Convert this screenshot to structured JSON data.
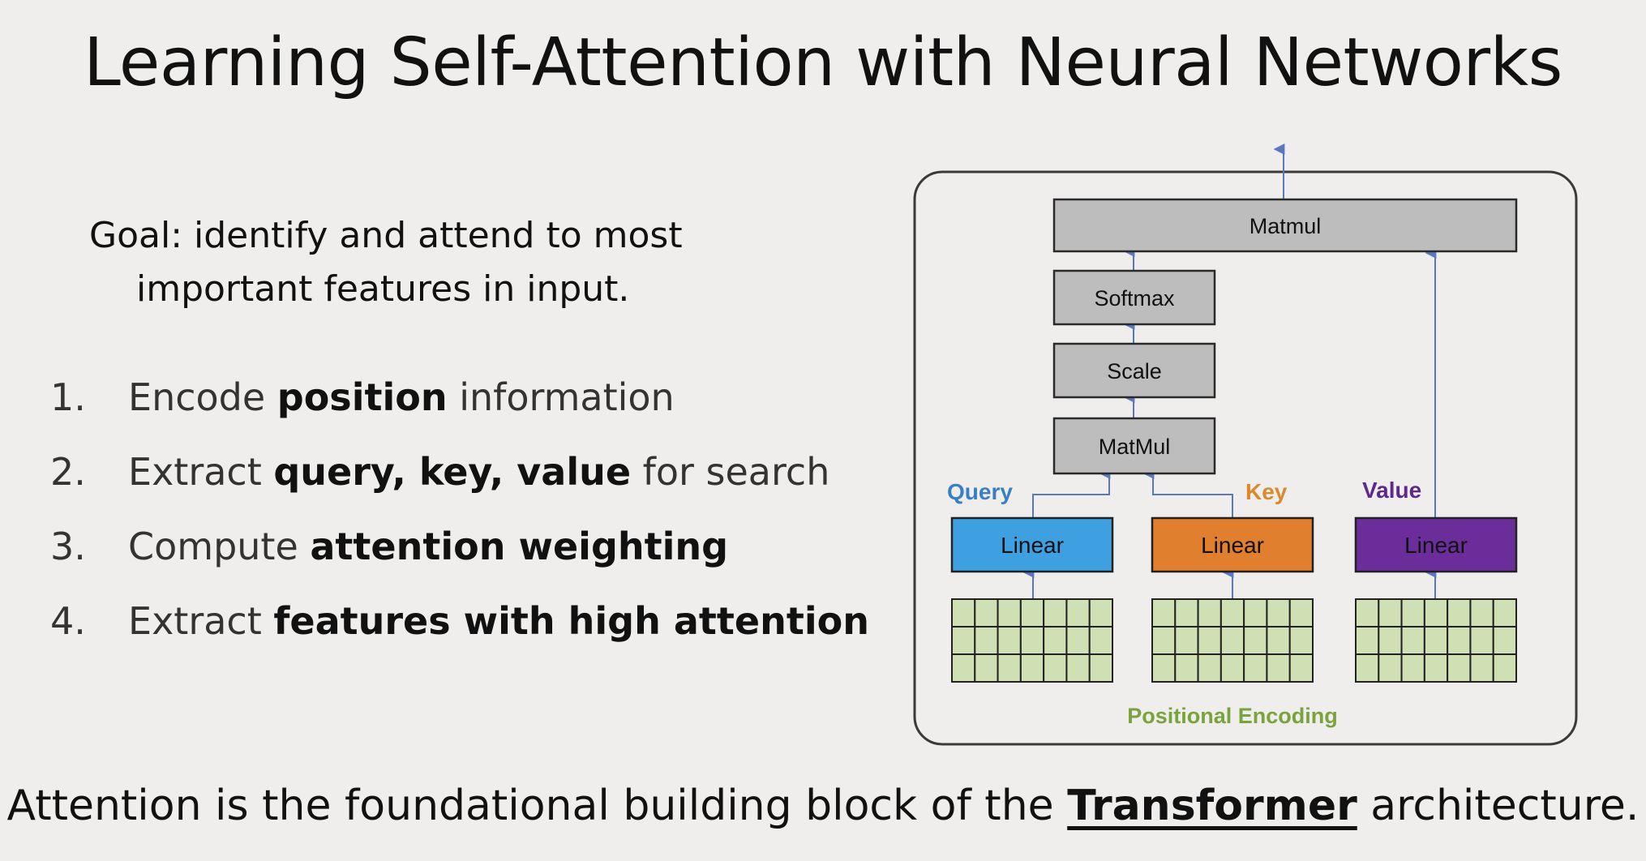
{
  "slide": {
    "title": "Learning Self-Attention with Neural Networks",
    "goal": {
      "line1": "Goal: identify and attend to most",
      "line2": "important features in input."
    },
    "steps": [
      {
        "num": "1.",
        "pre": "Encode ",
        "bold": "position",
        "post": " information"
      },
      {
        "num": "2.",
        "pre": "Extract ",
        "bold": "query, key, value",
        "post": " for search"
      },
      {
        "num": "3.",
        "pre": "Compute ",
        "bold": "attention weighting",
        "post": ""
      },
      {
        "num": "4.",
        "pre": "Extract ",
        "bold": "features with high attention",
        "post": ""
      }
    ],
    "footer": {
      "pre": "Attention is the foundational building block of the ",
      "underlined": "Transformer",
      "post": " architecture."
    }
  },
  "diagram": {
    "blocks": {
      "matmul_top": "Matmul",
      "softmax": "Softmax",
      "scale": "Scale",
      "matmul": "MatMul",
      "linear_query": "Linear",
      "linear_key": "Linear",
      "linear_value": "Linear"
    },
    "labels": {
      "query": "Query",
      "key": "Key",
      "value": "Value",
      "positional_encoding": "Positional Encoding"
    },
    "colors": {
      "block_gray": "#bdbdbd",
      "query": "#3ea0e0",
      "key": "#e07f2e",
      "value": "#6a2d9a",
      "query_label": "#3a7fc4",
      "key_label": "#d98a2e",
      "value_label": "#5b2a8c",
      "encoding_grid": "#cfe0b5",
      "encoding_label": "#7aa33e",
      "arrow": "#5a78c0"
    }
  }
}
